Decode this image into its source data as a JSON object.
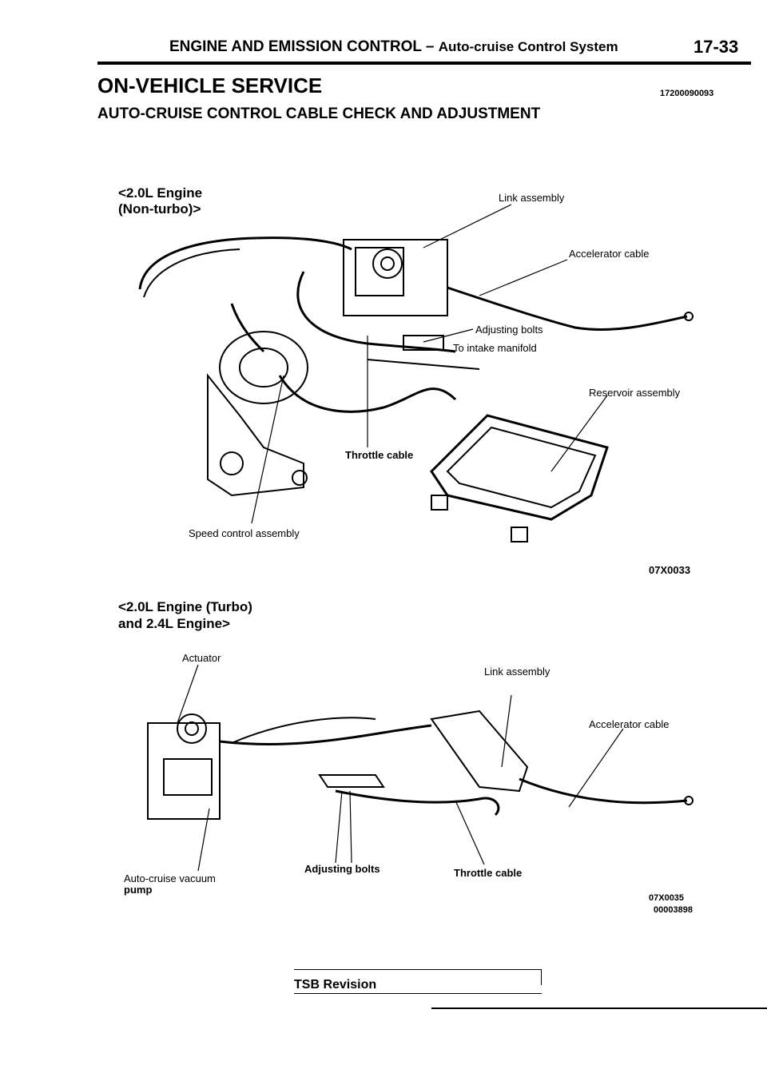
{
  "header": {
    "section": "ENGINE AND EMISSION CONTROL",
    "dash": "–",
    "subsection": "Auto-cruise Control System",
    "page": "17-33"
  },
  "doc_code": "17200090093",
  "title": "ON-VEHICLE SERVICE",
  "subtitle": "AUTO-CRUISE CONTROL CABLE CHECK AND ADJUSTMENT",
  "figure1": {
    "caption_line1": "<2.0L Engine",
    "caption_line2": "(Non-turbo)>",
    "labels": {
      "link_assembly": "Link assembly",
      "accelerator_cable": "Accelerator cable",
      "adjusting_bolts": "Adjusting bolts",
      "to_intake_manifold": "To intake manifold",
      "reservoir_assembly": "Reservoir assembly",
      "throttle_cable": "Throttle cable",
      "speed_control_assembly": "Speed control assembly"
    },
    "code": "07X0033"
  },
  "figure2": {
    "caption_line1": "<2.0L Engine (Turbo)",
    "caption_line2": "and 2.4L Engine>",
    "labels": {
      "actuator": "Actuator",
      "link_assembly": "Link assembly",
      "accelerator_cable": "Accelerator cable",
      "vacuum_pump_line1": "Auto-cruise vacuum",
      "vacuum_pump_line2": "pump",
      "adjusting_bolts": "Adjusting bolts",
      "throttle_cable": "Throttle cable"
    },
    "code1": "07X0035",
    "code2": "00003898"
  },
  "footer": {
    "revision": "TSB Revision"
  }
}
